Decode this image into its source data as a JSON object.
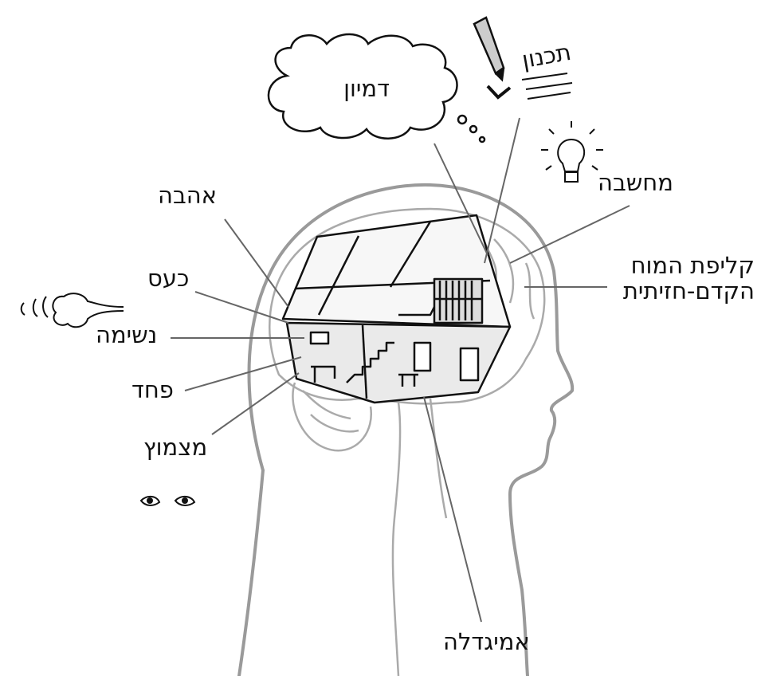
{
  "labels": {
    "planning": "תכנון",
    "imagination": "דמיון",
    "thought": "מחשבה",
    "love": "אהבה",
    "anger": "כעס",
    "breathing": "נשימה",
    "fear": "פחד",
    "blinking": "מצמוץ",
    "prefrontal_line1": "קליפת המוח",
    "prefrontal_line2": "הקדם-חזיתית",
    "amygdala": "אמיגדלה"
  },
  "colors": {
    "ink": "#111111",
    "outline": "#9a9a9a",
    "leader": "#666666"
  }
}
